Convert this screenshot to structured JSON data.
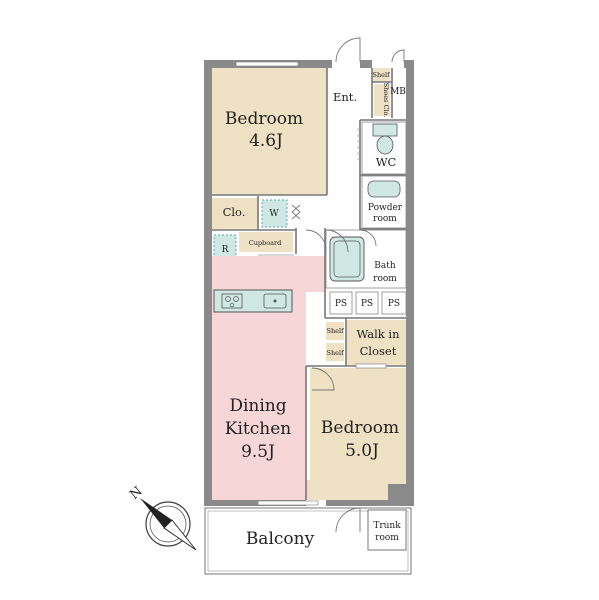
{
  "rooms": {
    "bedroom1": {
      "name": "Bedroom",
      "size": "4.6J"
    },
    "entrance": {
      "name": "Ent."
    },
    "shelf_top": {
      "name": "Shelf"
    },
    "shoes_closet": {
      "name": "Shoes Clo."
    },
    "mb": {
      "name": "MB"
    },
    "wc": {
      "name": "WC"
    },
    "closet_small": {
      "name": "Clo."
    },
    "washer": {
      "name": "W"
    },
    "powder_room": {
      "line1": "Powder",
      "line2": "room"
    },
    "cupboard": {
      "name": "Cupboard"
    },
    "refrigerator": {
      "name": "R"
    },
    "bath_room": {
      "line1": "Bath",
      "line2": "room"
    },
    "ps1": {
      "name": "PS"
    },
    "ps2": {
      "name": "PS"
    },
    "ps3": {
      "name": "PS"
    },
    "shelf_1": {
      "name": "Shelf"
    },
    "shelf_2": {
      "name": "Shelf"
    },
    "walk_in_closet": {
      "line1": "Walk in",
      "line2": "Closet"
    },
    "dining_kitchen": {
      "line1": "Dining",
      "line2": "Kitchen",
      "size": "9.5J"
    },
    "bedroom2": {
      "name": "Bedroom",
      "size": "5.0J"
    },
    "balcony": {
      "name": "Balcony"
    },
    "trunk_room": {
      "line1": "Trunk",
      "line2": "room"
    }
  },
  "compass": {
    "label": "N"
  },
  "colors": {
    "bedroom": "#efe2c4",
    "dining_kitchen": "#f6d6d6",
    "wet_area": "#ffffff",
    "fixture": "#cfe8e4",
    "closet": "#efe2c4",
    "wall": "#8a8a8a"
  }
}
